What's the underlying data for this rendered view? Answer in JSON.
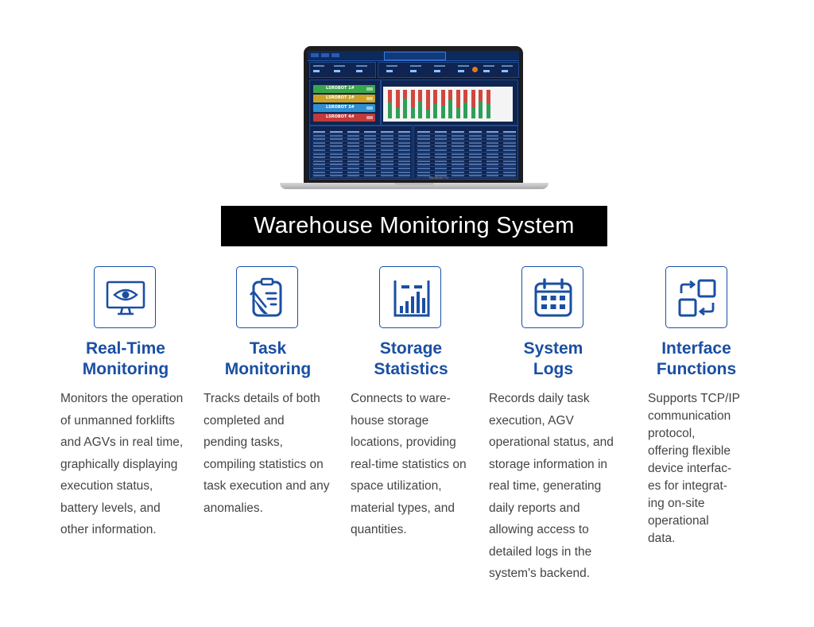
{
  "banner": {
    "title": "Warehouse Monitoring System"
  },
  "laptop": {
    "brand": "MacBook Air",
    "robots": [
      {
        "label": "LSROBOT 1#",
        "color": "#3aa64a"
      },
      {
        "label": "LSROBOT 2#",
        "color": "#c9a227"
      },
      {
        "label": "LSROBOT 3#",
        "color": "#2f8fd0"
      },
      {
        "label": "LSROBOT 4#",
        "color": "#c23a3a"
      }
    ]
  },
  "colors": {
    "accent": "#1a4fa3",
    "text": "#444444",
    "banner_bg": "#000000"
  },
  "features": [
    {
      "icon": "monitor-eye-icon",
      "title_lines": [
        "Real-Time",
        "Monitoring"
      ],
      "desc_lines": [
        "Monitors the operation",
        "of unmanned forklifts",
        "and AGVs in real time,",
        "graphically displaying",
        "execution status,",
        "battery levels, and",
        "other information."
      ]
    },
    {
      "icon": "clipboard-pen-icon",
      "title_lines": [
        "Task",
        "Monitoring"
      ],
      "desc_lines": [
        "Tracks details of both",
        "completed and",
        "pending tasks,",
        "compiling statistics on",
        "task execution and any",
        "anomalies."
      ]
    },
    {
      "icon": "bar-chart-icon",
      "title_lines": [
        "Storage",
        "Statistics"
      ],
      "desc_lines": [
        "Connects to ware-",
        "house storage",
        "locations, providing",
        "real-time statistics on",
        "space utilization,",
        "material types, and",
        "quantities."
      ]
    },
    {
      "icon": "calendar-icon",
      "title_lines": [
        "System",
        "Logs"
      ],
      "desc_lines": [
        "Records daily task",
        "execution, AGV",
        "operational status, and",
        "storage information in",
        "real time, generating",
        "daily reports and",
        "allowing access to",
        "detailed logs in the",
        "system's backend."
      ]
    },
    {
      "icon": "interface-swap-icon",
      "title_lines": [
        "Interface",
        "Functions"
      ],
      "desc_lines": [
        "Supports TCP/IP",
        "communication",
        "protocol,",
        "offering flexible",
        "device interfac-",
        "es for integrat-",
        "ing on-site",
        "operational",
        "data."
      ]
    }
  ]
}
